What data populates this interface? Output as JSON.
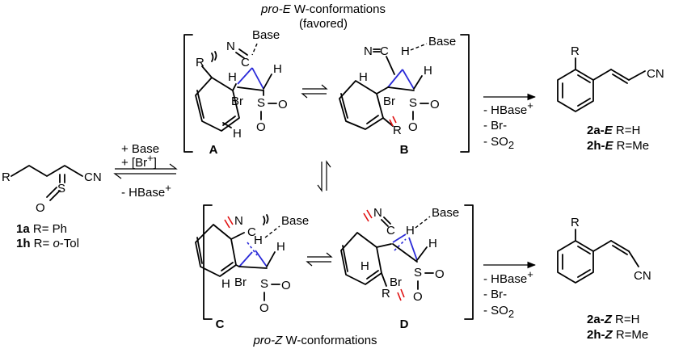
{
  "header": {
    "pro_e_title_italic": "pro-E",
    "pro_e_title_rest": " W-conformations",
    "pro_e_favored": "(favored)",
    "pro_z_title_italic": "pro-Z",
    "pro_z_title_rest": " W-conformations"
  },
  "atoms": {
    "base": "Base",
    "n": "N",
    "c": "C",
    "h": "H",
    "br": "Br",
    "s": "S",
    "o": "O",
    "r": "R",
    "cn": "CN"
  },
  "labels": {
    "A": "A",
    "B": "B",
    "C": "C",
    "D": "D"
  },
  "start": {
    "r_label": "R",
    "cn_label": "CN",
    "s_label": "S",
    "o_label": "O",
    "line1_num": "1a",
    "line1_text": " R= Ph",
    "line2_num": "1h",
    "line2_text": " R= ",
    "line2_italic": "o",
    "line2_tail": "-Tol"
  },
  "conditions_left": {
    "base": "+ Base",
    "br_pre": "+ [Br",
    "br_sup": "+",
    "br_post": "]",
    "hbase": "- HBase",
    "hbase_sup": "+"
  },
  "conditions_right": {
    "hbase": "- HBase",
    "hbase_sup": "+",
    "br": "- Br-",
    "so2_pre": "- SO",
    "so2_sub": "2"
  },
  "products": {
    "e1_num": "2a-",
    "e1_iso": "E",
    "e1_text": " R=H",
    "e2_num": "2h-",
    "e2_iso": "E",
    "e2_text": " R=Me",
    "z1_num": "2a-",
    "z1_iso": "Z",
    "z1_text": " R=H",
    "z2_num": "2h-",
    "z2_iso": "Z",
    "z2_text": " R=Me"
  }
}
